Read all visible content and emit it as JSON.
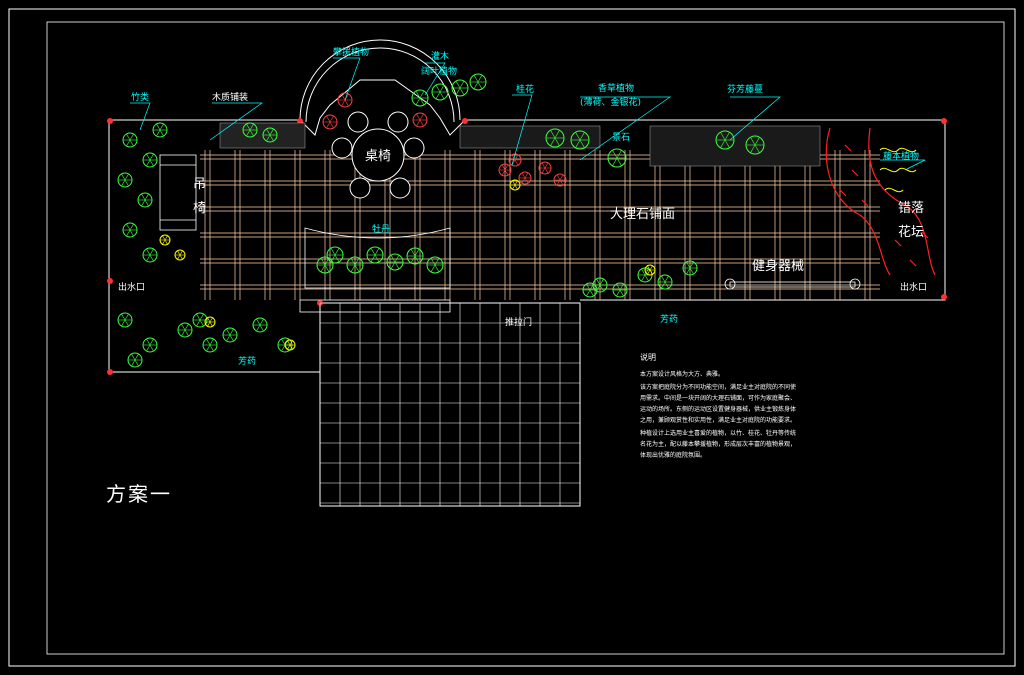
{
  "drawing": {
    "plan_title": "方案一",
    "labels": {
      "bamboo": "竹类",
      "deck": "木质铺装",
      "climber": "攀援植物",
      "shrub_a": "灌木",
      "shrub_b": "阔叶植物",
      "osmanthus": "桂花",
      "aromatic": "香草植物",
      "aromatic_sub": "(薄荷、金银花)",
      "fragrant": "芬芳藤蔓",
      "table_chairs": "桌椅",
      "swing_a": "吊",
      "swing_b": "椅",
      "marble": "大理石铺面",
      "peony": "牡丹",
      "fitness": "健身器械",
      "stagger_a": "错落",
      "stagger_b": "花坛",
      "vine": "藤本植物",
      "drain_left": "出水口",
      "drain_right": "出水口",
      "sliding_door": "推拉门",
      "herb_right": "芳药",
      "herb_left": "芳药",
      "sculpture": "景石"
    }
  },
  "notes": {
    "title": "说明",
    "paragraphs": [
      "本方案设计风格为大方、典雅。",
      "该方案把庭院分为不同功能空间，满足业主对庭院的不同使用需求。中间是一块开阔的大理石铺面，可作为家庭聚会、运动的场所。东侧的运动区设置健身器械，供业主锻炼身体之用，兼顾观赏性和实用性，满足业主对庭院的功能要求。",
      "种植设计上选用业主喜爱的植物，以竹、桂花、牡丹等传统名花为主，配以藤本攀援植物，形成层次丰富的植物景观，体现出优雅的庭院氛围。"
    ]
  },
  "colors": {
    "frame": "#ffffff",
    "grid": "#ffd2a8",
    "plant": "#3cff3c",
    "label": "#00ffff",
    "flower_red": "#ff4040",
    "flower_yellow": "#ffff00",
    "wall_red": "#ff2020"
  }
}
